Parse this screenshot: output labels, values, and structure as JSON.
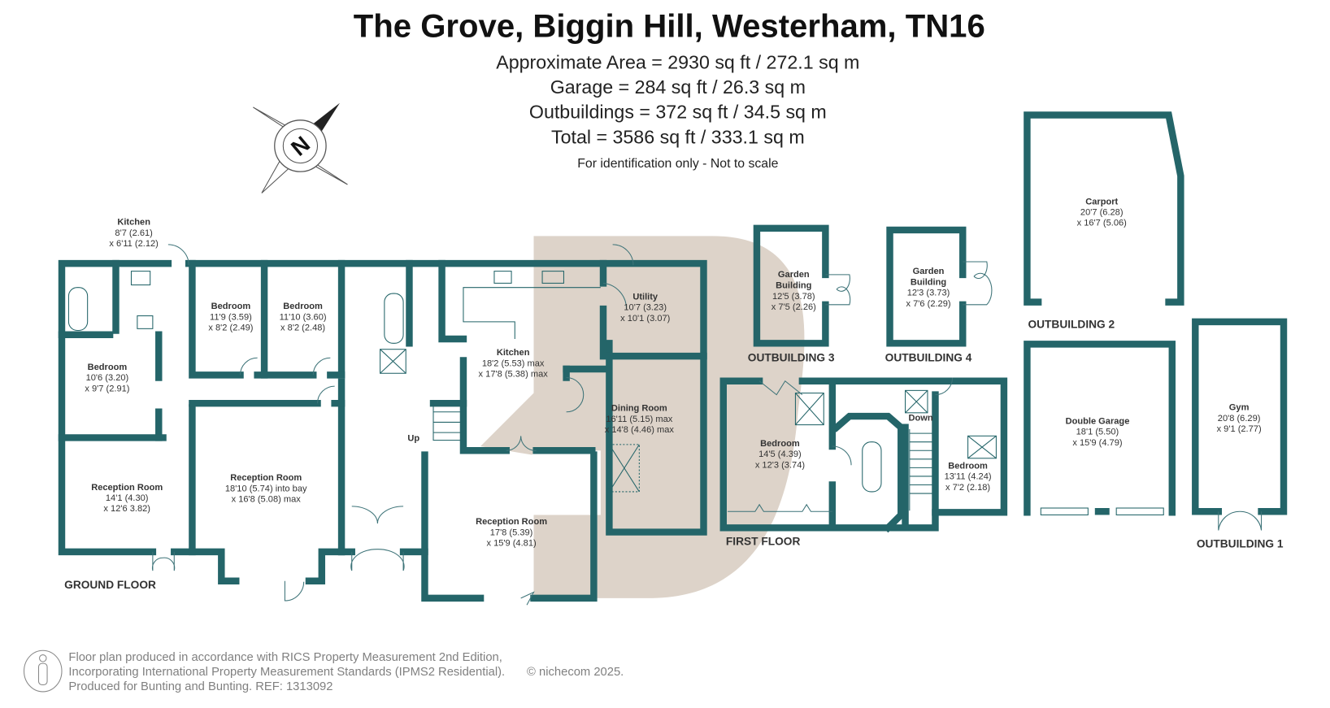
{
  "title": "The Grove, Biggin Hill, Westerham, TN16",
  "areas": [
    "Approximate Area = 2930 sq ft / 272.1 sq m",
    "Garage = 284 sq ft / 26.3 sq m",
    "Outbuildings = 372 sq ft / 34.5 sq m",
    "Total = 3586 sq ft / 333.1 sq m"
  ],
  "note": "For identification only - Not to scale",
  "compass_label": "N",
  "colors": {
    "wall": "#246569",
    "watermark": "#ddd3c9",
    "text": "#333333"
  },
  "rooms": [
    {
      "name": "Kitchen",
      "dims": [
        "8'7 (2.61)",
        "x 6'11 (2.12)"
      ]
    },
    {
      "name": "Bedroom",
      "dims": [
        "11'9 (3.59)",
        "x 8'2 (2.49)"
      ]
    },
    {
      "name": "Bedroom",
      "dims": [
        "11'10 (3.60)",
        "x 8'2 (2.48)"
      ]
    },
    {
      "name": "Bedroom",
      "dims": [
        "10'6 (3.20)",
        "x 9'7 (2.91)"
      ]
    },
    {
      "name": "Kitchen",
      "dims": [
        "18'2 (5.53) max",
        "x 17'8 (5.38) max"
      ]
    },
    {
      "name": "Utility",
      "dims": [
        "10'7 (3.23)",
        "x 10'1 (3.07)"
      ]
    },
    {
      "name": "Dining Room",
      "dims": [
        "16'11 (5.15) max",
        "x 14'8 (4.46) max"
      ]
    },
    {
      "name": "Reception Room",
      "dims": [
        "14'1 (4.30)",
        "x 12'6 3.82)"
      ]
    },
    {
      "name": "Reception Room",
      "dims": [
        "18'10 (5.74) into bay",
        "x 16'8 (5.08) max"
      ]
    },
    {
      "name": "Reception Room",
      "dims": [
        "17'8 (5.39)",
        "x 15'9 (4.81)"
      ]
    },
    {
      "name": "Garden Building",
      "dims": [
        "12'5 (3.78)",
        "x 7'5 (2.26)"
      ]
    },
    {
      "name": "Garden Building",
      "dims": [
        "12'3 (3.73)",
        "x 7'6 (2.29)"
      ]
    },
    {
      "name": "Carport",
      "dims": [
        "20'7 (6.28)",
        "x 16'7 (5.06)"
      ]
    },
    {
      "name": "Double Garage",
      "dims": [
        "18'1 (5.50)",
        "x 15'9 (4.79)"
      ]
    },
    {
      "name": "Gym",
      "dims": [
        "20'8 (6.29)",
        "x 9'1 (2.77)"
      ]
    },
    {
      "name": "Bedroom",
      "dims": [
        "14'5 (4.39)",
        "x 12'3 (3.74)"
      ]
    },
    {
      "name": "Bedroom",
      "dims": [
        "13'11 (4.24)",
        "x 7'2 (2.18)"
      ]
    }
  ],
  "floor_labels": {
    "ground": "GROUND FLOOR",
    "first": "FIRST FLOOR",
    "out1": "OUTBUILDING 1",
    "out2": "OUTBUILDING 2",
    "out3": "OUTBUILDING 3",
    "out4": "OUTBUILDING 4"
  },
  "stairs": {
    "up": "Up",
    "down": "Down"
  },
  "footer": {
    "lines": [
      "Floor plan produced in accordance with RICS Property Measurement 2nd Edition,",
      "Incorporating International Property Measurement Standards (IPMS2 Residential).",
      "Produced for Bunting and Bunting.   REF:  1313092"
    ],
    "copyright": "© nichecom 2025."
  }
}
